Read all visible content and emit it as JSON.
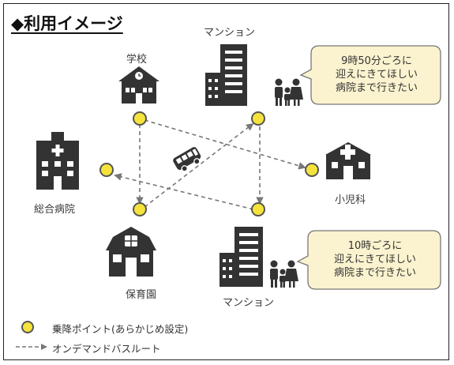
{
  "title": "◆利用イメージ",
  "places": {
    "school": "学校",
    "mansion_top": "マンション",
    "general_hospital": "総合病院",
    "pediatrics": "小児科",
    "nursery": "保育園",
    "mansion_bottom": "マンション"
  },
  "bubbles": {
    "top": "9時50分ごろに\n迎えにきてほしい\n病院まで行きたい",
    "bottom": "10時ごろに\n迎えにきてほしい\n病院まで行きたい"
  },
  "legend": {
    "point_label": "乗降ポイント(あらかじめ設定)",
    "route_label": "オンデマンドバスルート"
  },
  "colors": {
    "icon": "#333333",
    "point_fill": "#f5e33b",
    "point_stroke": "#555555",
    "route": "#777777",
    "bubble_fill": "#fbf3cf",
    "bubble_stroke": "#777777"
  }
}
